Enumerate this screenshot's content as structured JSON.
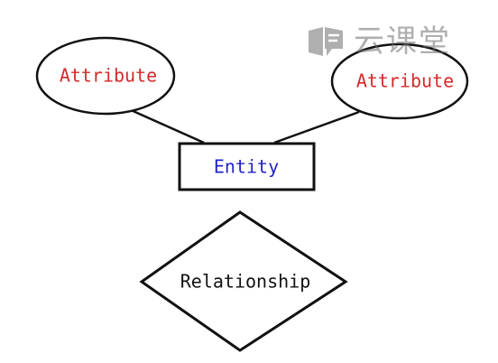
{
  "diagram": {
    "attribute_left": "Attribute",
    "attribute_right": "Attribute",
    "entity": "Entity",
    "relationship": "Relationship"
  },
  "watermark": {
    "text": "云课堂"
  },
  "colors": {
    "attribute_text": "#d42a2a",
    "entity_text": "#2424c8",
    "relationship_text": "#111111",
    "stroke": "#111111",
    "watermark": "#6f6f6f"
  }
}
